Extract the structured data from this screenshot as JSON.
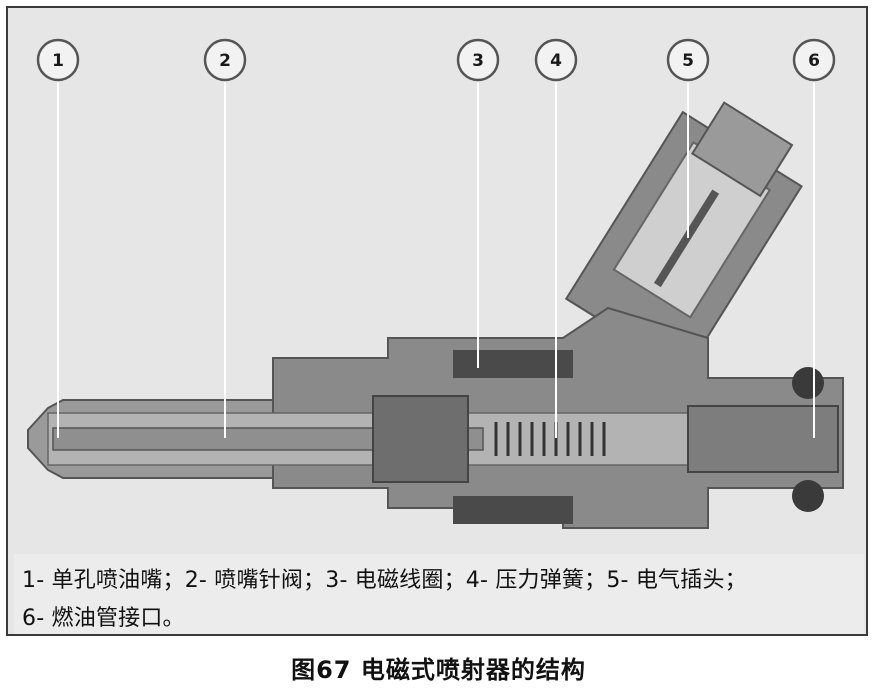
{
  "callouts": [
    {
      "label": "1"
    },
    {
      "label": "2"
    },
    {
      "label": "3"
    },
    {
      "label": "4"
    },
    {
      "label": "5"
    },
    {
      "label": "6"
    }
  ],
  "caption": {
    "line1": "1- 单孔喷油嘴；2- 喷嘴针阀；3- 电磁线圈；4- 压力弹簧；5- 电气插头；",
    "line2": "6- 燃油管接口。"
  },
  "figure_title": "图67 电磁式喷射器的结构",
  "colors": {
    "frame_bg": "#e6e6e6",
    "housing": "#8a8a8a",
    "housing_dark": "#5e5e5e",
    "inner": "#b3b3b3",
    "leader": "#ffffff"
  }
}
